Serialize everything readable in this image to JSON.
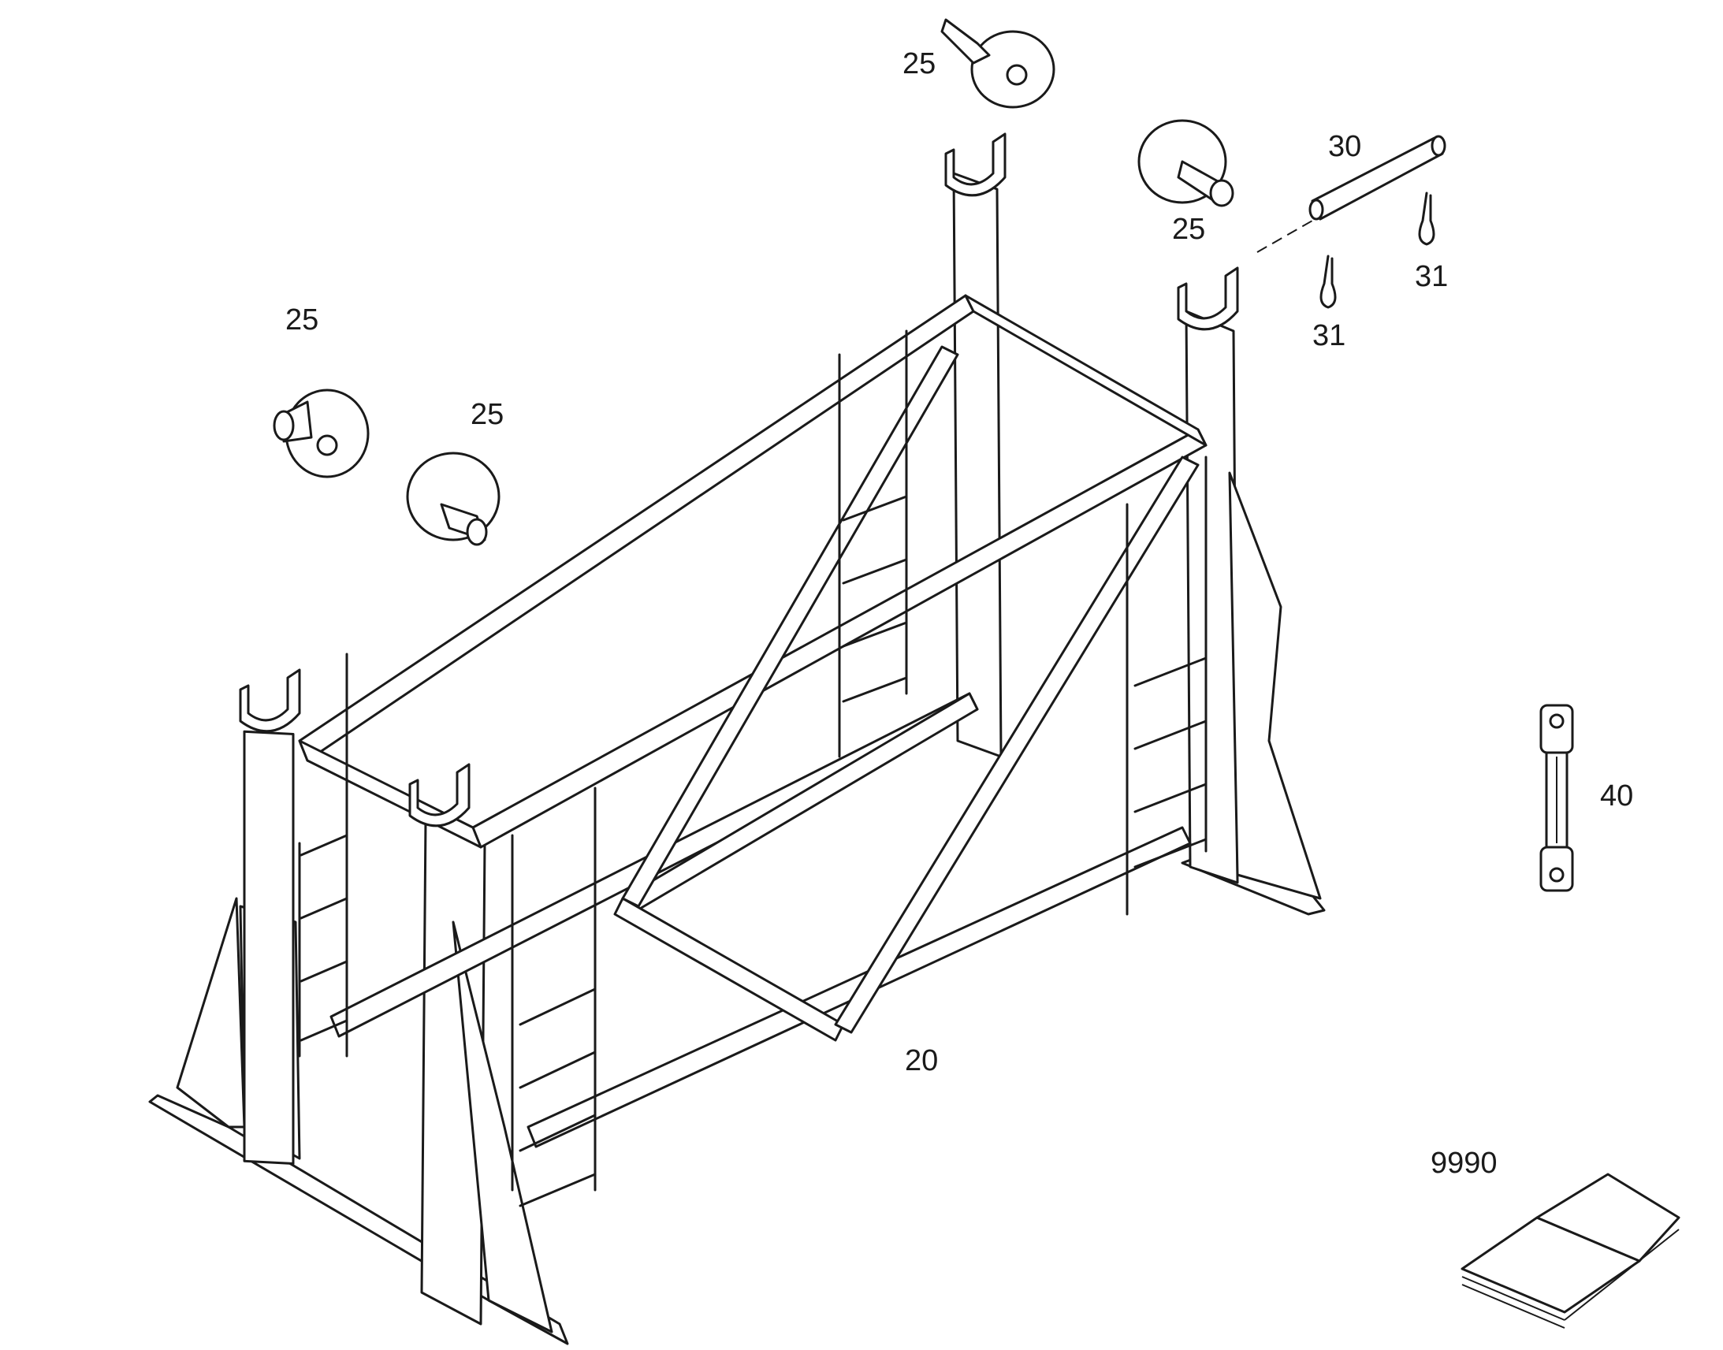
{
  "callouts": {
    "pin_pivot_top": "25",
    "pin_pivot_right": "25",
    "pin_pivot_left": "25",
    "pin_pivot_left2": "25",
    "pin_30": "30",
    "clip_31_right": "31",
    "clip_31_left": "31",
    "turnbuckle_40": "40",
    "frame_20": "20",
    "manual_9990": "9990"
  },
  "colors": {
    "line": "#1a1a1a",
    "background": "#ffffff"
  },
  "icons": [
    "pivot-pin-icon",
    "pin-icon",
    "clip-icon",
    "turnbuckle-icon",
    "manual-book-icon"
  ]
}
